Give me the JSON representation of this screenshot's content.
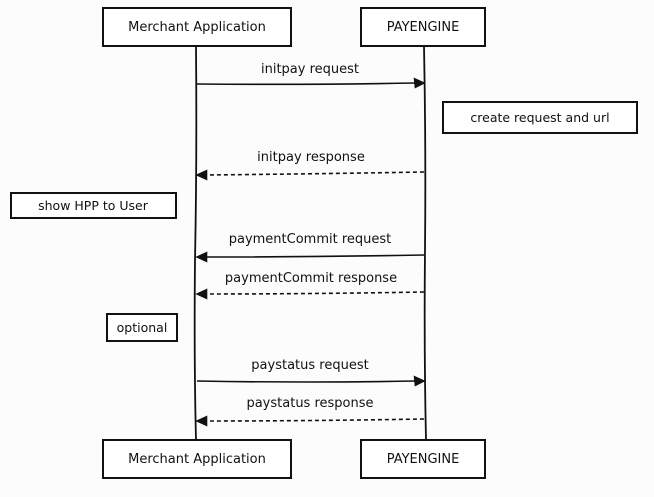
{
  "participants": {
    "merchant": "Merchant Application",
    "payengine": "PAYENGINE"
  },
  "messages": [
    {
      "label": "initpay request",
      "from": "merchant",
      "to": "payengine",
      "style": "solid"
    },
    {
      "label": "initpay response",
      "from": "payengine",
      "to": "merchant",
      "style": "dashed"
    },
    {
      "label": "paymentCommit request",
      "from": "payengine",
      "to": "merchant",
      "style": "solid"
    },
    {
      "label": "paymentCommit response",
      "from": "payengine",
      "to": "merchant",
      "style": "dashed"
    },
    {
      "label": "paystatus request",
      "from": "merchant",
      "to": "payengine",
      "style": "solid"
    },
    {
      "label": "paystatus response",
      "from": "payengine",
      "to": "merchant",
      "style": "dashed"
    }
  ],
  "notes": {
    "create_request": "create request and url",
    "show_hpp": "show HPP to User",
    "optional": "optional"
  }
}
